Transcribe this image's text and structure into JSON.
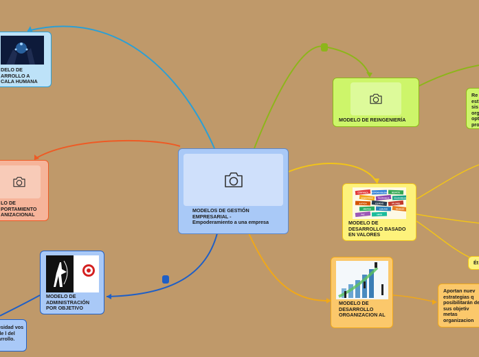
{
  "central": {
    "title": "MODELOS DE GESTIÓN EMPRESARIAL - Empoderamiento a una empresa"
  },
  "nodes": {
    "escala_humana": {
      "label": "DELO DE ARROLLO A CALA HUMANA"
    },
    "comportamiento": {
      "label": "LO DE PORTAMIENTO ANIZACIONAL"
    },
    "objetivo": {
      "label": "MODELO DE ADMINISTRACIÓN POR OBJETIVO"
    },
    "objetivo_note": {
      "label": "esidad vos de l del arrollo."
    },
    "reingenieria": {
      "label": "MODELO DE REINGENIERÍA"
    },
    "reingenieria_note": {
      "label": "Re est sis org opt pro"
    },
    "valores": {
      "label": "MODELO DE DESARROLLO BASADO EN VALORES"
    },
    "etica": {
      "label": "Ét"
    },
    "organizacional": {
      "label": "MODELO DE DESARROLLO ORGANIZACION AL"
    },
    "organizacional_note": {
      "label": "Aportan nuev estrategias q posibilitarán de sus objetiv metas organizacion"
    }
  },
  "value_words": [
    "CONFIANZA",
    "RESPONSABILIDAD",
    "RESPETO",
    "HONESTIDAD",
    "TOLERANCIA",
    "SOLIDARIDAD",
    "JUSTICIA",
    "EQUIDAD",
    "VALORES",
    "AMISTAD",
    "LEALTAD",
    "TRABAJO",
    "PAZ",
    "AMOR"
  ],
  "colors": {
    "background": "#bf996a",
    "central": "#a9c9f7",
    "blue_link": "#2a9fd6",
    "orange_link": "#ee5a24",
    "navy_link": "#1f5fc6",
    "green_link": "#8db51a",
    "yellow_link": "#f2c418",
    "gold_link": "#f0a819"
  }
}
